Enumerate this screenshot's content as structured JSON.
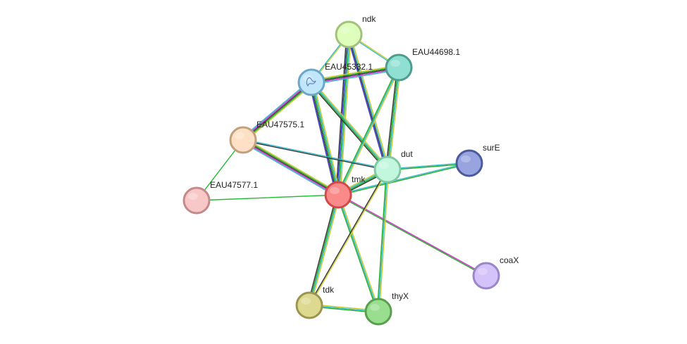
{
  "network": {
    "nodes": [
      {
        "id": "ndk",
        "label": "ndk",
        "fill": "#ddffbb",
        "stroke": "#a3c07d"
      },
      {
        "id": "EAU44698.1",
        "label": "EAU44698.1",
        "fill": "#8fe0d2",
        "stroke": "#4d9c8e"
      },
      {
        "id": "EAU45332.1",
        "label": "EAU45332.1",
        "fill": "#bfe6fb",
        "stroke": "#6ea6c8"
      },
      {
        "id": "EAU47575.1",
        "label": "EAU47575.1",
        "fill": "#fde0c5",
        "stroke": "#c3a07d"
      },
      {
        "id": "EAU47577.1",
        "label": "EAU47577.1",
        "fill": "#f8c8c8",
        "stroke": "#c28a8a"
      },
      {
        "id": "tmk",
        "label": "tmk",
        "fill": "#fa8a8a",
        "stroke": "#d04a4a"
      },
      {
        "id": "dut",
        "label": "dut",
        "fill": "#c3f7dd",
        "stroke": "#80c8a3"
      },
      {
        "id": "surE",
        "label": "surE",
        "fill": "#98a4e0",
        "stroke": "#4b5a9e"
      },
      {
        "id": "coaX",
        "label": "coaX",
        "fill": "#d4c2fa",
        "stroke": "#9a86c8"
      },
      {
        "id": "tdk",
        "label": "tdk",
        "fill": "#ded990",
        "stroke": "#9c9550"
      },
      {
        "id": "thyX",
        "label": "thyX",
        "fill": "#99de8e",
        "stroke": "#58a04d"
      }
    ],
    "edges": [
      {
        "source": "ndk",
        "target": "EAU44698.1",
        "colors": [
          "#cccc33",
          "#33bbcc"
        ]
      },
      {
        "source": "ndk",
        "target": "EAU45332.1",
        "colors": [
          "#cccc33",
          "#33bbcc"
        ]
      },
      {
        "source": "ndk",
        "target": "tmk",
        "colors": [
          "#cccc33",
          "#33bbcc",
          "#22aa22",
          "#3333cc",
          "#333333"
        ]
      },
      {
        "source": "ndk",
        "target": "dut",
        "colors": [
          "#cccc33",
          "#33bbcc",
          "#333333",
          "#3333cc"
        ]
      },
      {
        "source": "EAU45332.1",
        "target": "EAU44698.1",
        "colors": [
          "#cccc33",
          "#22aa22",
          "#333333",
          "#cc33cc",
          "#33bbcc"
        ]
      },
      {
        "source": "EAU45332.1",
        "target": "EAU47575.1",
        "colors": [
          "#cccc33",
          "#22aa22",
          "#333333",
          "#cc33cc",
          "#33bbcc"
        ]
      },
      {
        "source": "EAU45332.1",
        "target": "tmk",
        "colors": [
          "#cccc33",
          "#33bbcc",
          "#22aa22",
          "#333333",
          "#3333cc"
        ]
      },
      {
        "source": "EAU45332.1",
        "target": "dut",
        "colors": [
          "#cccc33",
          "#33bbcc",
          "#22aa22",
          "#333333"
        ]
      },
      {
        "source": "EAU44698.1",
        "target": "tmk",
        "colors": [
          "#cccc33",
          "#33bbcc",
          "#22aa22"
        ]
      },
      {
        "source": "EAU44698.1",
        "target": "dut",
        "colors": [
          "#cccc33",
          "#33bbcc",
          "#22aa22",
          "#333333"
        ]
      },
      {
        "source": "EAU47575.1",
        "target": "tmk",
        "colors": [
          "#cccc33",
          "#22aa22",
          "#333333",
          "#cc33cc",
          "#33bbcc"
        ]
      },
      {
        "source": "EAU47575.1",
        "target": "dut",
        "colors": [
          "#33bbcc",
          "#333333"
        ]
      },
      {
        "source": "EAU47575.1",
        "target": "EAU47577.1",
        "colors": [
          "#22bb33"
        ]
      },
      {
        "source": "EAU47577.1",
        "target": "tmk",
        "colors": [
          "#22bb33"
        ]
      },
      {
        "source": "tmk",
        "target": "dut",
        "colors": [
          "#cccc33",
          "#33bbcc",
          "#22aa22",
          "#333333"
        ]
      },
      {
        "source": "tmk",
        "target": "surE",
        "colors": [
          "#33bbcc",
          "#22aa22"
        ]
      },
      {
        "source": "dut",
        "target": "surE",
        "colors": [
          "#33bbcc",
          "#22aa22"
        ]
      },
      {
        "source": "tmk",
        "target": "coaX",
        "colors": [
          "#cc33cc",
          "#22aa22"
        ]
      },
      {
        "source": "tmk",
        "target": "tdk",
        "colors": [
          "#cccc33",
          "#33bbcc",
          "#22aa22",
          "#333333"
        ]
      },
      {
        "source": "tmk",
        "target": "thyX",
        "colors": [
          "#cccc33",
          "#33bbcc",
          "#22aa22"
        ]
      },
      {
        "source": "dut",
        "target": "tdk",
        "colors": [
          "#cccc33",
          "#333333"
        ]
      },
      {
        "source": "dut",
        "target": "thyX",
        "colors": [
          "#cccc33",
          "#33bbcc",
          "#22aa22"
        ]
      },
      {
        "source": "tdk",
        "target": "thyX",
        "colors": [
          "#cccc33",
          "#33bbcc",
          "#22aa22"
        ]
      }
    ]
  }
}
